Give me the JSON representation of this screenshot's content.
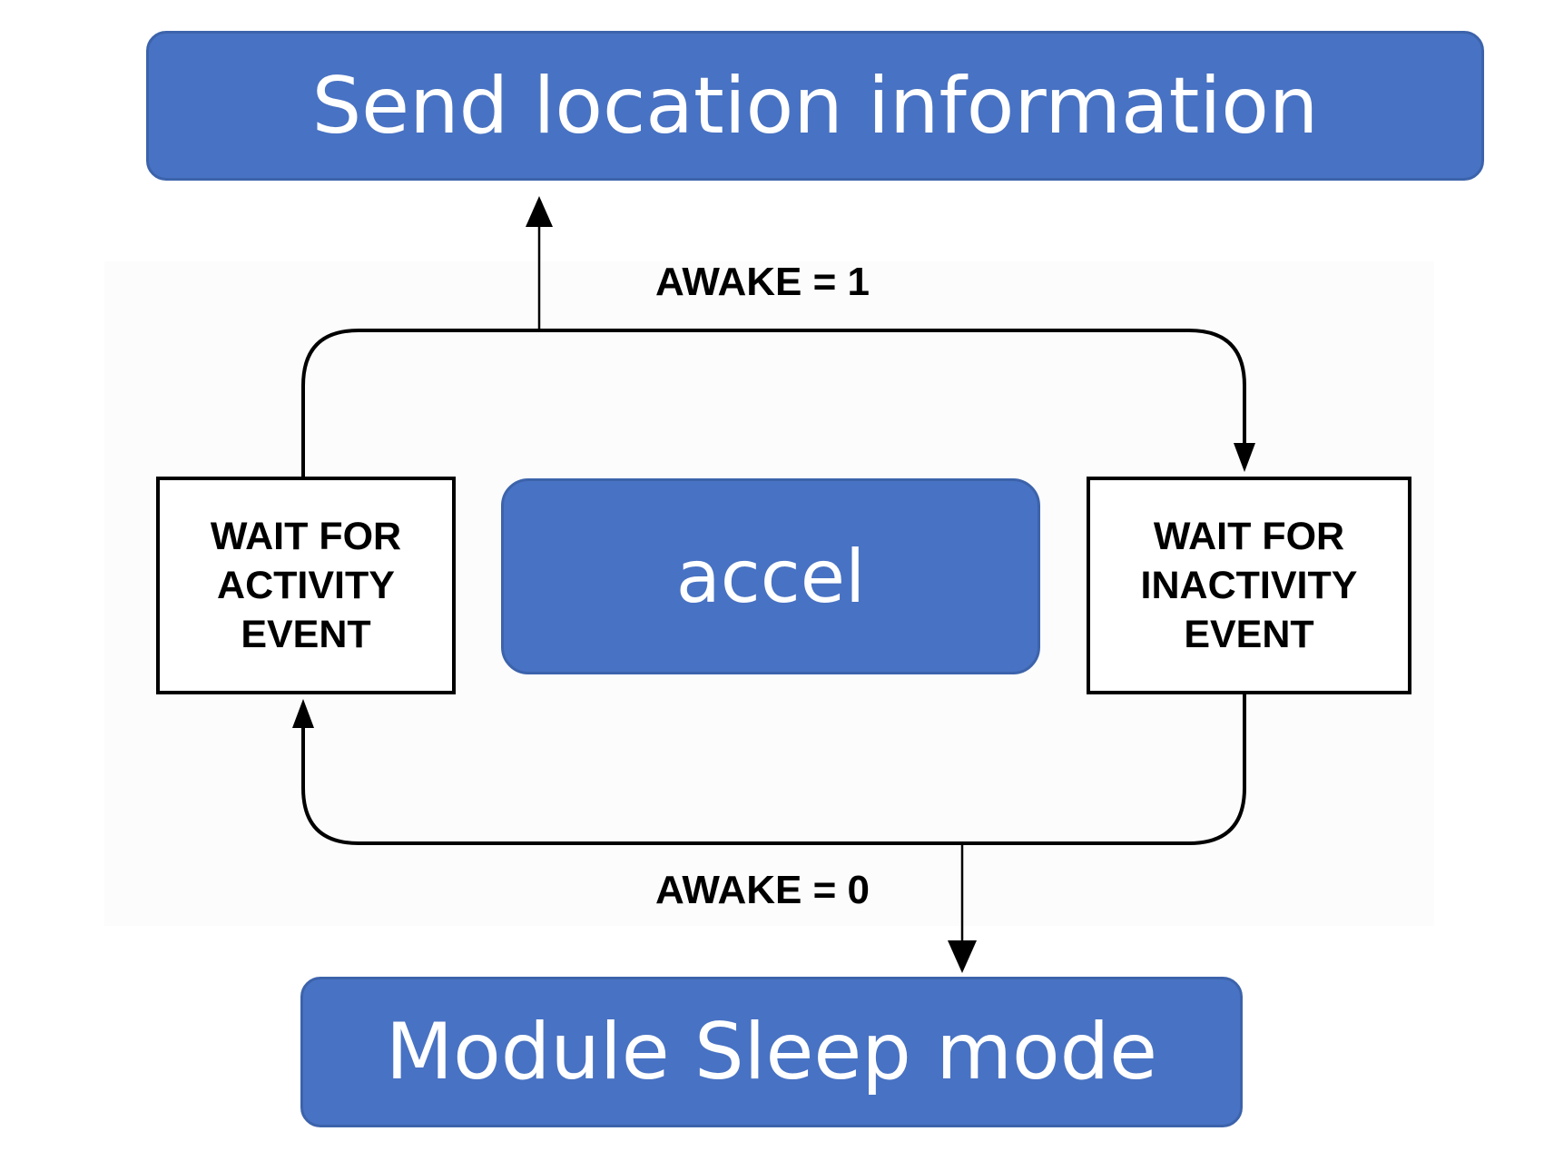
{
  "diagram": {
    "top_box_label": "Send location information",
    "center_box_label": "accel",
    "bottom_box_label": "Module Sleep mode",
    "left_state_lines": [
      "WAIT FOR",
      "ACTIVITY",
      "EVENT"
    ],
    "right_state_lines": [
      "WAIT FOR",
      "INACTIVITY",
      "EVENT"
    ],
    "awake_high_label": "AWAKE = 1",
    "awake_low_label": "AWAKE = 0"
  },
  "colors": {
    "box_fill": "#4872c3",
    "box_border": "#3c63ab",
    "box_text": "#ffffff",
    "line": "#000000"
  }
}
